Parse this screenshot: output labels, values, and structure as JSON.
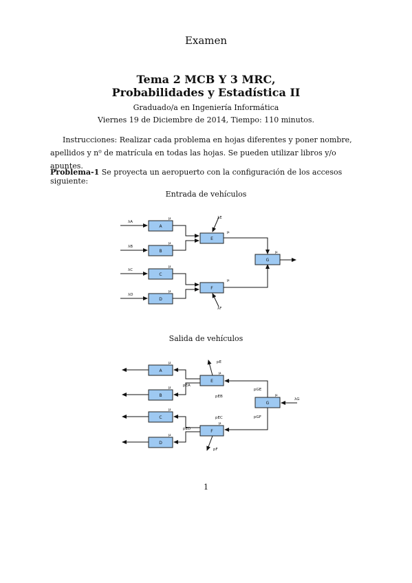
{
  "header": "Examen",
  "title_line1": "Tema 2 MCB Y 3 MRC,",
  "title_line2": "Probabilidades y Estadística II",
  "subtitle": "Graduado/a en Ingeniería Informática",
  "dateline": "Viernes 19 de Diciembre de 2014, Tiempo: 110 minutos.",
  "instructions": "Instrucciones: Realizar cada problema en hojas diferentes y poner nombre, apellidos y n⁰ de matrícula en todas las hojas. Se pueden utilizar libros y/o apuntes.",
  "problem": {
    "label": "Problema-1",
    "text": " Se proyecta un aeropuerto con la configuración de los accesos siguiente:"
  },
  "diagram1": {
    "caption": "Entrada de vehículos",
    "boxes": [
      "A",
      "B",
      "C",
      "D",
      "E",
      "F",
      "G"
    ],
    "mu": "μ",
    "inputs": [
      "λA",
      "λB",
      "λC",
      "λD",
      "λE",
      "λF"
    ]
  },
  "diagram2": {
    "caption": "Salida de vehículos",
    "boxes": [
      "A",
      "B",
      "C",
      "D",
      "E",
      "F",
      "G"
    ],
    "mu": "μ",
    "input": "λG",
    "probs": [
      "pE",
      "pEA",
      "pEB",
      "pGE",
      "pGF",
      "pEC",
      "pED",
      "pF"
    ]
  },
  "page_number": "1"
}
